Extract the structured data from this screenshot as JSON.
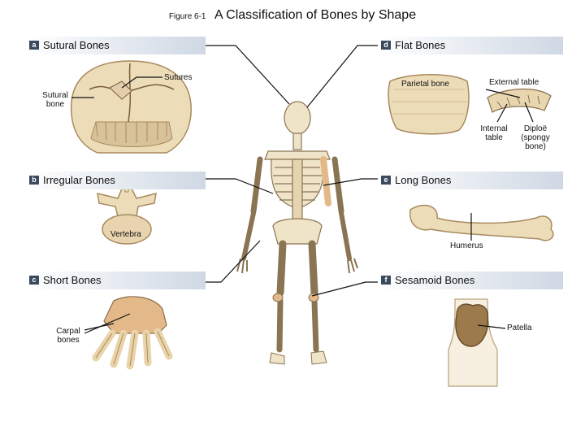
{
  "figure_label": "Figure 6-1",
  "title": "A Classification of Bones by Shape",
  "panels": [
    {
      "letter": "a",
      "label": "Sutural Bones"
    },
    {
      "letter": "d",
      "label": "Flat Bones"
    },
    {
      "letter": "b",
      "label": "Irregular Bones"
    },
    {
      "letter": "e",
      "label": "Long Bones"
    },
    {
      "letter": "c",
      "label": "Short Bones"
    },
    {
      "letter": "f",
      "label": "Sesamoid Bones"
    }
  ],
  "labels": {
    "sutures": "Sutures",
    "sutural_bone": "Sutural bone",
    "parietal_bone": "Parietal bone",
    "external_table": "External table",
    "internal_table": "Internal table",
    "diploe": "Diploë (spongy bone)",
    "vertebra": "Vertebra",
    "humerus": "Humerus",
    "carpal_bones": "Carpal bones",
    "patella": "Patella"
  },
  "colors": {
    "bone": "#e9d9b4",
    "bone_shade": "#c9a97a",
    "highlight_bone": "#e3b98a",
    "bar_start": "#ffffff",
    "bar_end": "#cfd8e4",
    "badge": "#3c4a60"
  }
}
